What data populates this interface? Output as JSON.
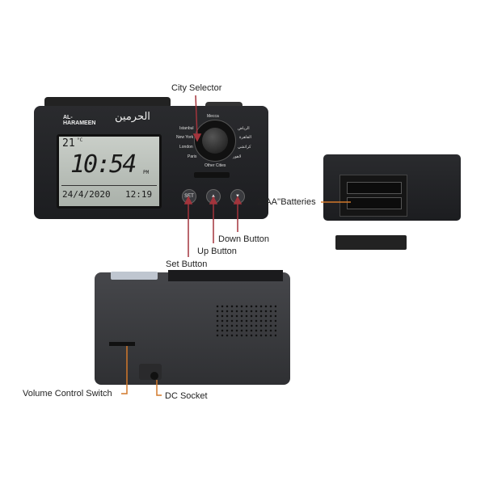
{
  "callouts": {
    "city_selector": "City Selector",
    "set_button": "Set Button",
    "up_button": "Up Button",
    "down_button": "Down Button",
    "batteries": "2''AA''Batteries",
    "volume_switch": "Volume Control Switch",
    "dc_socket": "DC Socket"
  },
  "clock": {
    "brand": "AL-HARAMEEN",
    "brand_arabic": "الحرمين",
    "temperature": "21",
    "temp_unit": "°C",
    "time": "10:54",
    "ampm": "PM",
    "date": "24/4/2020",
    "prayer_time": "12:19",
    "cities_left": [
      "Istanbul",
      "New York",
      "London",
      "Paris"
    ],
    "cities_right": [
      "الرياض",
      "القاهرة",
      "كراتشي",
      "لاهور"
    ],
    "top_city": "Mecca",
    "bottom_city": "Other Cities",
    "buttons": {
      "set": "SET",
      "up": "▲",
      "down": "▼"
    }
  },
  "colors": {
    "front_callout": "#a3343c",
    "back_callout": "#d2782a"
  }
}
